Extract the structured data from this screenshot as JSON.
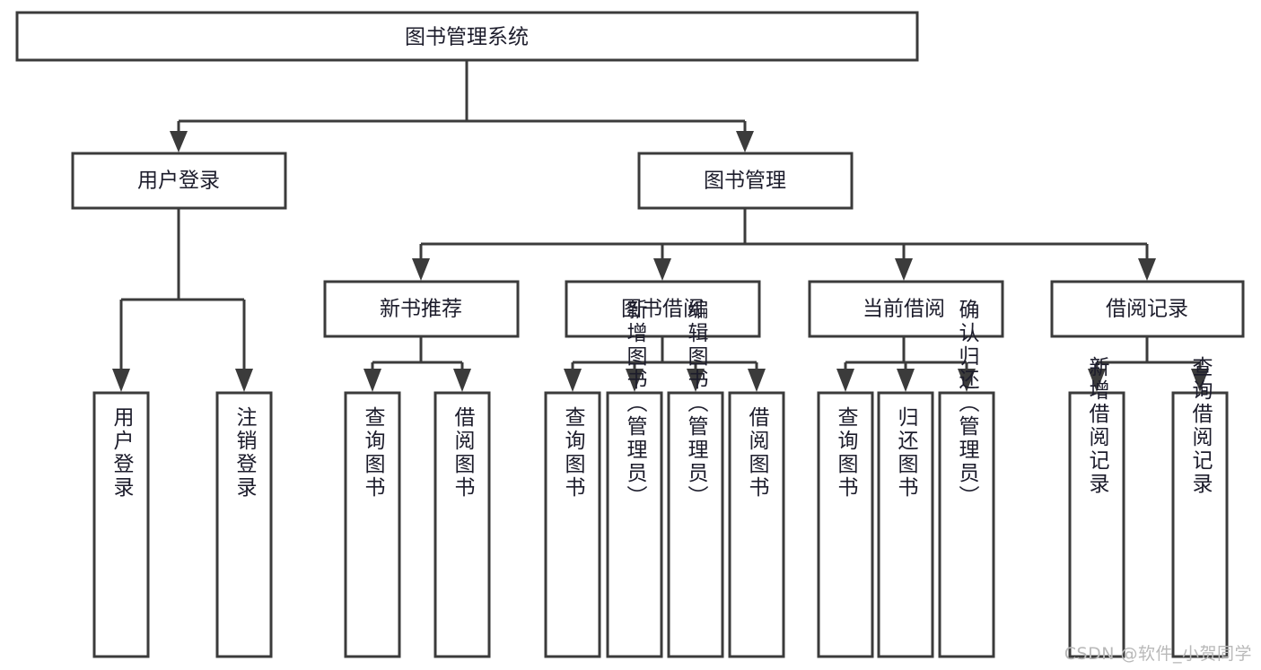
{
  "diagram": {
    "type": "tree-hierarchy",
    "title": "图书管理系统",
    "watermark": "CSDN @软件_小贺同学",
    "colors": {
      "stroke": "#3b3b3b",
      "box_fill": "#ffffff",
      "text": "#1c1c2b",
      "background": "#ffffff",
      "watermark": "#b9b9b9"
    },
    "root": {
      "label": "图书管理系统",
      "orientation": "horizontal"
    },
    "level2": [
      {
        "label": "用户登录",
        "orientation": "horizontal"
      },
      {
        "label": "图书管理",
        "orientation": "horizontal"
      }
    ],
    "level3": [
      {
        "label": "新书推荐",
        "orientation": "horizontal"
      },
      {
        "label": "图书借阅",
        "orientation": "horizontal"
      },
      {
        "label": "当前借阅",
        "orientation": "horizontal"
      },
      {
        "label": "借阅记录",
        "orientation": "horizontal"
      }
    ],
    "leaves": {
      "user_login": [
        {
          "label": "用户登录",
          "orientation": "vertical"
        },
        {
          "label": "注销登录",
          "orientation": "vertical"
        }
      ],
      "new_book_recommend": [
        {
          "label": "查询图书",
          "orientation": "vertical"
        },
        {
          "label": "借阅图书",
          "orientation": "vertical"
        }
      ],
      "book_borrow": [
        {
          "label": "查询图书",
          "orientation": "vertical"
        },
        {
          "label": "新增图书（管理员）",
          "orientation": "vertical"
        },
        {
          "label": "编辑图书（管理员）",
          "orientation": "vertical"
        },
        {
          "label": "借阅图书",
          "orientation": "vertical"
        }
      ],
      "current_borrow": [
        {
          "label": "查询图书",
          "orientation": "vertical"
        },
        {
          "label": "归还图书",
          "orientation": "vertical"
        },
        {
          "label": "确认归还（管理员）",
          "orientation": "vertical"
        }
      ],
      "borrow_record": [
        {
          "label": "新增借阅记录",
          "orientation": "vertical"
        },
        {
          "label": "查询借阅记录",
          "orientation": "vertical"
        }
      ]
    }
  }
}
